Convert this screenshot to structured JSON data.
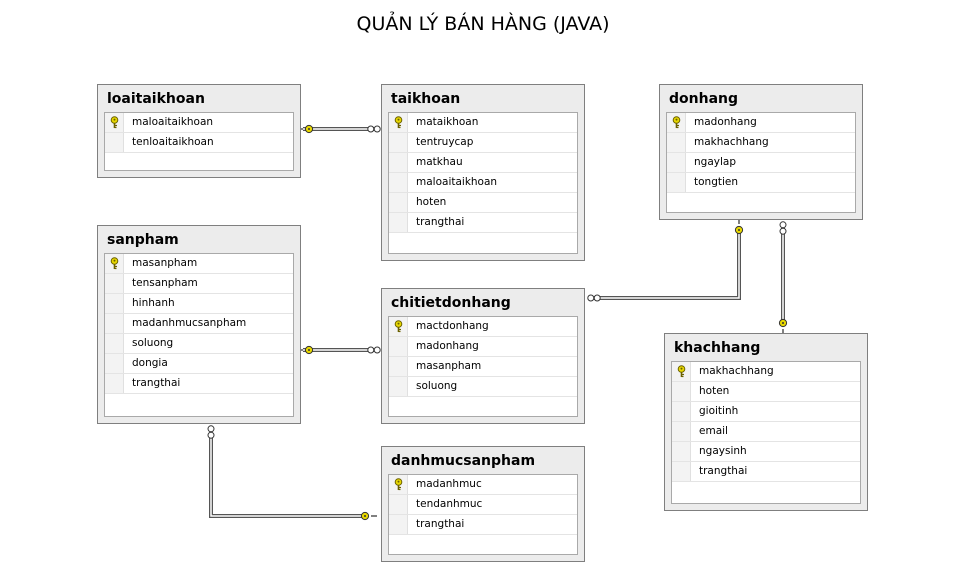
{
  "title": "QUẢN LÝ BÁN HÀNG (JAVA)",
  "tables": {
    "loaitaikhoan": {
      "name": "loaitaikhoan",
      "columns": [
        "maloaitaikhoan",
        "tenloaitaikhoan"
      ]
    },
    "taikhoan": {
      "name": "taikhoan",
      "columns": [
        "mataikhoan",
        "tentruycap",
        "matkhau",
        "maloaitaikhoan",
        "hoten",
        "trangthai"
      ]
    },
    "donhang": {
      "name": "donhang",
      "columns": [
        "madonhang",
        "makhachhang",
        "ngaylap",
        "tongtien"
      ]
    },
    "sanpham": {
      "name": "sanpham",
      "columns": [
        "masanpham",
        "tensanpham",
        "hinhanh",
        "madanhmucsanpham",
        "soluong",
        "dongia",
        "trangthai"
      ]
    },
    "chitietdonhang": {
      "name": "chitietdonhang",
      "columns": [
        "mactdonhang",
        "madonhang",
        "masanpham",
        "soluong"
      ]
    },
    "khachhang": {
      "name": "khachhang",
      "columns": [
        "makhachhang",
        "hoten",
        "gioitinh",
        "email",
        "ngaysinh",
        "trangthai"
      ]
    },
    "danhmucsanpham": {
      "name": "danhmucsanpham",
      "columns": [
        "madanhmuc",
        "tendanhmuc",
        "trangthai"
      ]
    }
  },
  "relationships": [
    {
      "one": "loaitaikhoan",
      "many": "taikhoan"
    },
    {
      "one": "donhang",
      "many": "chitietdonhang"
    },
    {
      "one": "khachhang",
      "many": "donhang"
    },
    {
      "one": "sanpham",
      "many": "chitietdonhang"
    },
    {
      "one": "danhmucsanpham",
      "many": "sanpham"
    }
  ],
  "colors": {
    "key_icon": "#e8d800",
    "connector": "#555555",
    "table_header": "#ececec",
    "table_border": "#7f7f7f"
  }
}
